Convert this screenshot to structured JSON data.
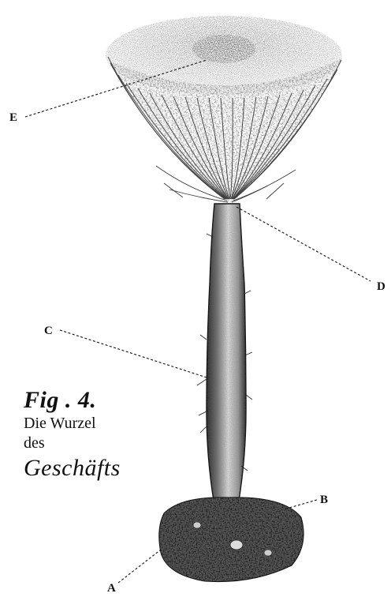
{
  "labels": {
    "a": "A",
    "b": "B",
    "c": "C",
    "d": "D",
    "e": "E"
  },
  "caption": {
    "title": "Fig . 4.",
    "line1": "Die Wurzel",
    "line2": "des",
    "line3": "Geschäfts"
  },
  "colors": {
    "ink": "#111111",
    "paper": "#ffffff"
  }
}
